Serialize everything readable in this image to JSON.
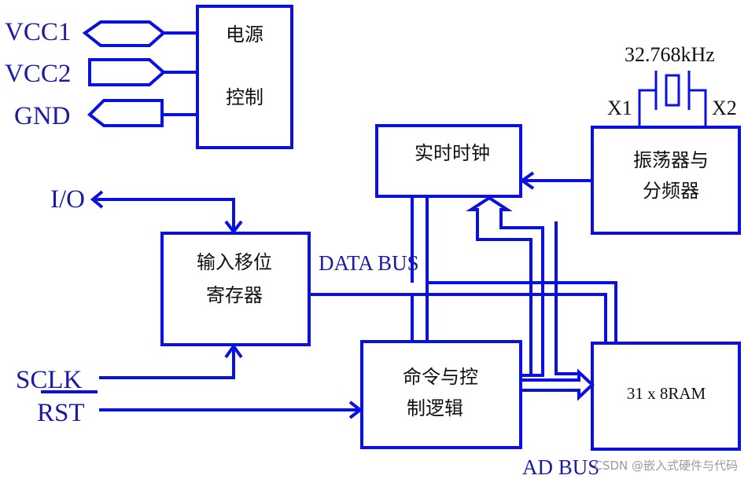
{
  "pins": {
    "vcc1": "VCC1",
    "vcc2": "VCC2",
    "gnd": "GND",
    "io": "I/O",
    "sclk": "SCLK",
    "rst": "RST"
  },
  "blocks": {
    "power_line1": "电源",
    "power_line2": "控制",
    "rtc": "实时时钟",
    "osc_line1": "振荡器与",
    "osc_line2": "分频器",
    "shift_line1": "输入移位",
    "shift_line2": "寄存器",
    "cmd_line1": "命令与控",
    "cmd_line2": "制逻辑",
    "ram": "31 x 8RAM"
  },
  "buses": {
    "data_bus": "DATA BUS",
    "ad_bus": "AD BUS"
  },
  "crystal": {
    "frequency": "32.768kHz",
    "x1": "X1",
    "x2": "X2"
  },
  "watermark": "CSDN @嵌入式硬件与代码",
  "colors": {
    "line": "#0a10e0",
    "pin_text": "#1a1aa6",
    "box_text": "#111111"
  }
}
